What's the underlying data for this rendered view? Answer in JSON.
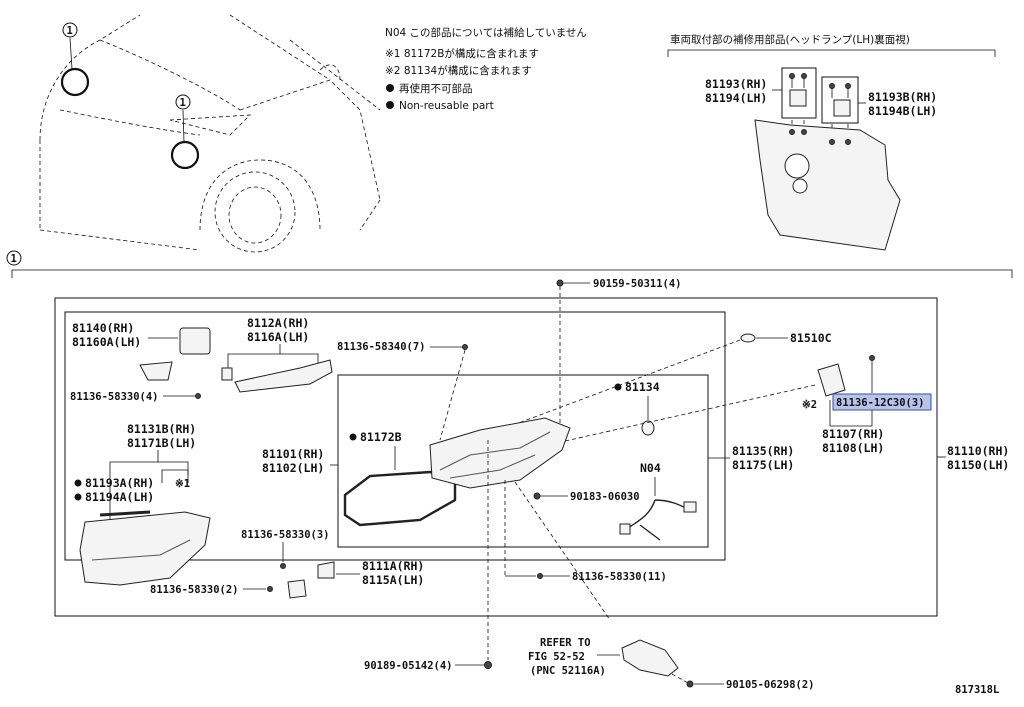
{
  "notes": {
    "n04": "N04 この部品については補給していません",
    "kome1": "※1 81172Bが構成に含まれます",
    "kome2": "※2 81134が構成に含まれます",
    "nonreuse_jp": "再使用不可部品",
    "nonreuse_en": "Non-reusable part"
  },
  "inset_title": "車両取付部の補修用部品(ヘッドランプ(LH)裏面視)",
  "callout_marker": "1",
  "labels": {
    "p81193": "81193(RH)",
    "p81194": "81194(LH)",
    "p81193b": "81193B(RH)",
    "p81194b": "81194B(LH)",
    "p90159": "90159-50311(4)",
    "p81140": "81140(RH)",
    "p81160a": "81160A(LH)",
    "p8112a": "8112A(RH)",
    "p8116a": "8116A(LH)",
    "p58340": "81136-58340(7)",
    "p81510c": "81510C",
    "p58330_4": "81136-58330(4)",
    "p81134": "81134",
    "p12c30": "81136-12C30(3)",
    "kome2": "※2",
    "p81131b": "81131B(RH)",
    "p81171b": "81171B(LH)",
    "p81101": "81101(RH)",
    "p81102": "81102(LH)",
    "p81172b": "81172B",
    "n04": "N04",
    "p81135": "81135(RH)",
    "p81175": "81175(LH)",
    "p81107": "81107(RH)",
    "p81108": "81108(LH)",
    "p81110": "81110(RH)",
    "p81150": "81150(LH)",
    "p81193a": "81193A(RH)",
    "p81194a": "81194A(LH)",
    "kome1": "※1",
    "p90183": "90183-06030",
    "p58330_3": "81136-58330(3)",
    "p8111a": "8111A(RH)",
    "p8115a": "8115A(LH)",
    "p58330_11": "81136-58330(11)",
    "p58330_2": "81136-58330(2)",
    "refer1": "REFER TO",
    "refer2": "FIG 52-52",
    "refer3": "(PNC 52116A)",
    "p90189": "90189-05142(4)",
    "p90105": "90105-06298(2)",
    "figno": "817318L"
  },
  "highlight_color": "#b7c3e8",
  "highlight_border": "#3a4fa8"
}
